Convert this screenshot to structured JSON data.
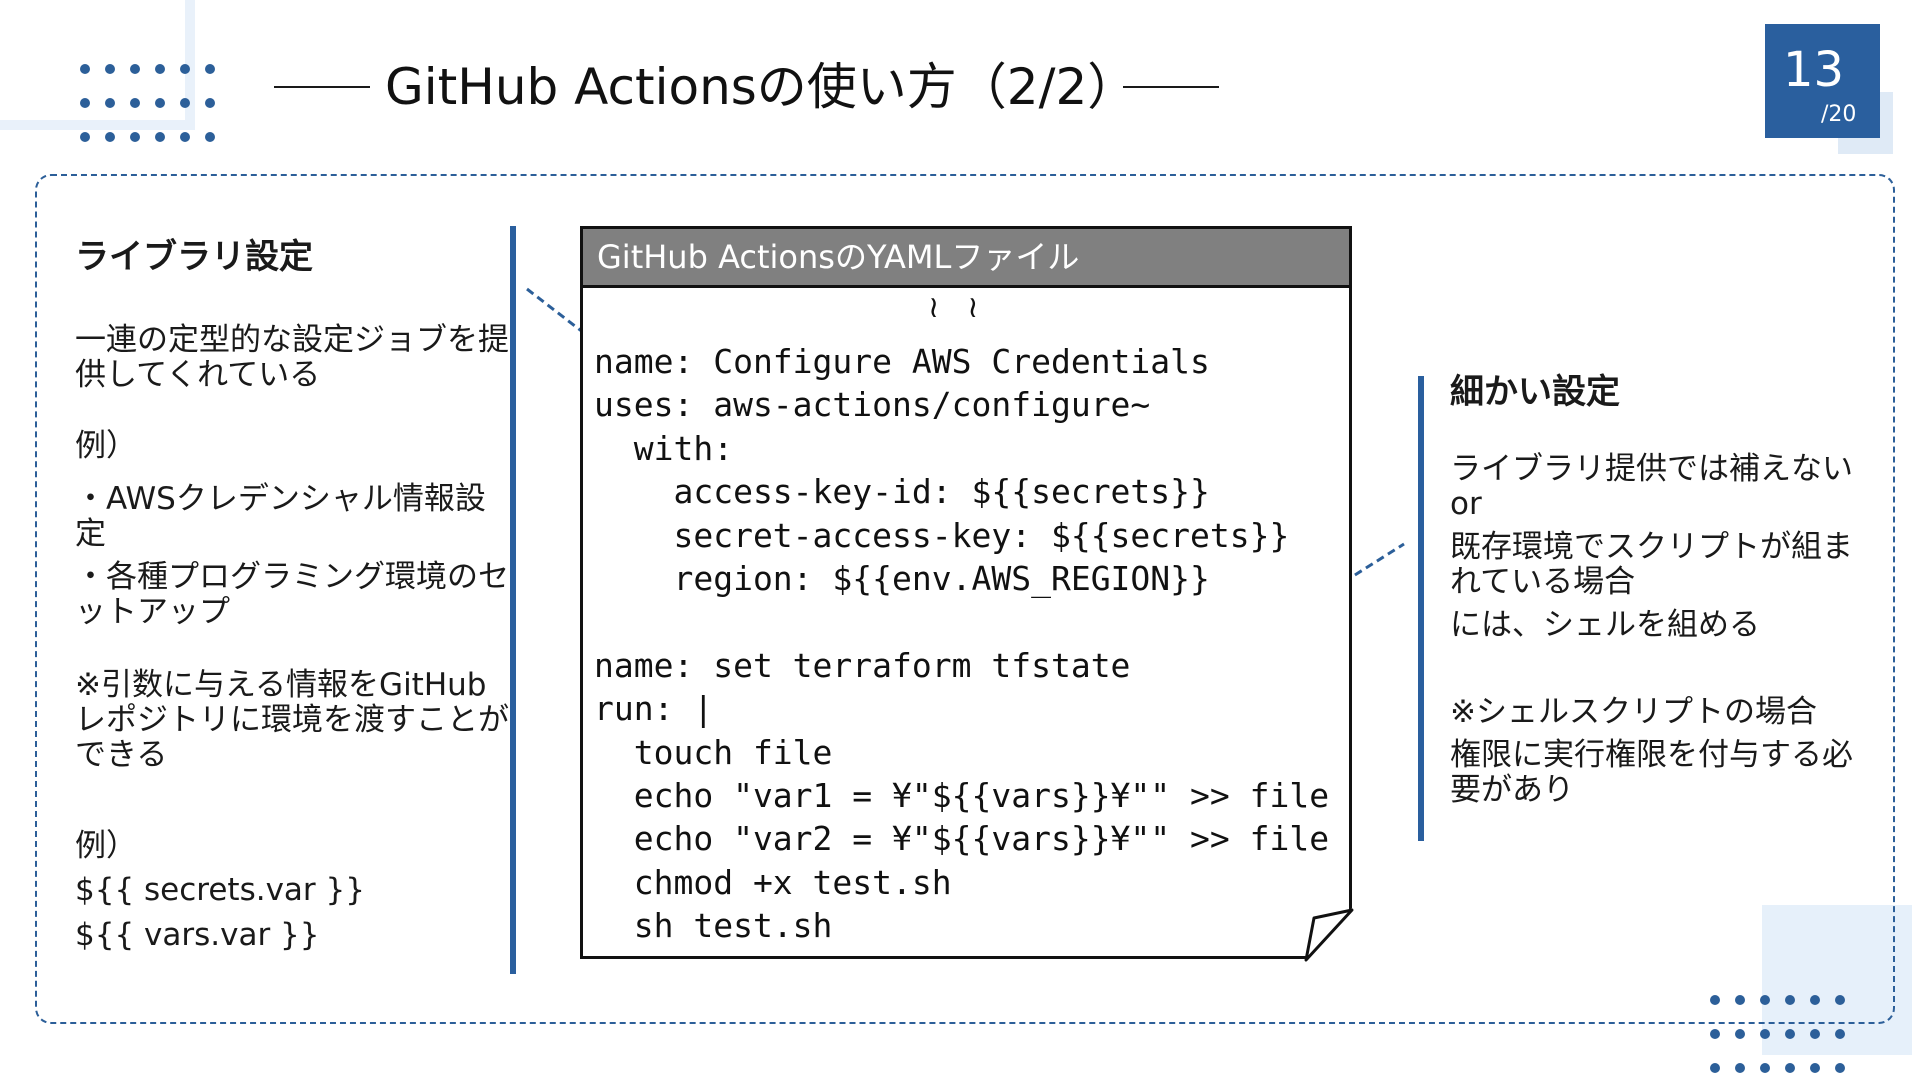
{
  "header": {
    "title": "GitHub Actionsの使い方（2/2）",
    "page_number": "13",
    "page_total": "/20"
  },
  "left": {
    "heading": "ライブラリ設定",
    "intro": "一連の定型的な設定ジョブを提供してくれている",
    "example_label_1": "例）",
    "bullet_1": "・AWSクレデンシャル情報設定",
    "bullet_2": "・各種プログラミング環境のセットアップ",
    "note": "※引数に与える情報をGitHubレポジトリに環境を渡すことができる",
    "example_label_2": "例）",
    "example_line_1": "${{ secrets.var }}",
    "example_line_2": "${{ vars.var }}"
  },
  "code_panel": {
    "title": "GitHub ActionsのYAMLファイル",
    "ellipsis": "≀≀",
    "lines": [
      "name: Configure AWS Credentials",
      "uses: aws-actions/configure~",
      "  with:",
      "    access-key-id: ${{secrets}}",
      "    secret-access-key: ${{secrets}}",
      "    region: ${{env.AWS_REGION}}",
      "",
      "name: set terraform tfstate",
      "run: |",
      "  touch file",
      "  echo \"var1 = ¥\"${{vars}}¥\"\" >> file",
      "  echo \"var2 = ¥\"${{vars}}¥\"\" >> file",
      "  chmod +x test.sh",
      "  sh test.sh"
    ]
  },
  "right": {
    "heading": "細かい設定",
    "line_1": "ライブラリ提供では補えない",
    "line_2": "or",
    "line_3": "既存環境でスクリプトが組まれている場合",
    "line_4": "には、シェルを組める",
    "note": "※シェルスクリプトの場合",
    "note_2": "権限に実行権限を付与する必要があり"
  },
  "colors": {
    "accent": "#2a5f9e",
    "code_header": "#808080"
  }
}
